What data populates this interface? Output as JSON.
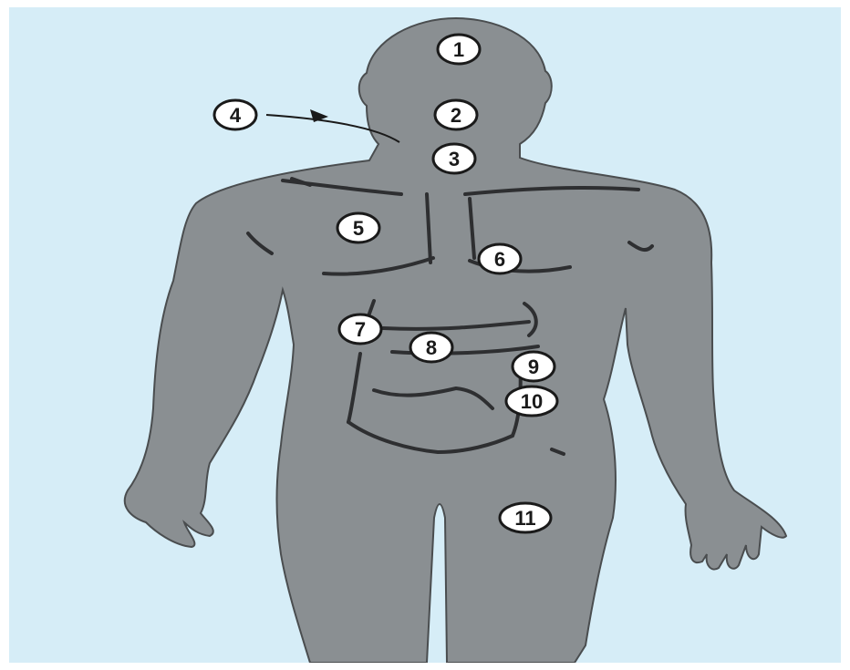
{
  "colors": {
    "background": "#d6edf7",
    "body": "#8a8f92",
    "outline": "#4a4d4f",
    "detail": "#2e2f31",
    "callout_fill": "#ffffff",
    "callout_stroke": "#1a1a1a"
  },
  "callouts": [
    {
      "id": "1",
      "label": "1"
    },
    {
      "id": "2",
      "label": "2"
    },
    {
      "id": "3",
      "label": "3"
    },
    {
      "id": "4",
      "label": "4"
    },
    {
      "id": "5",
      "label": "5"
    },
    {
      "id": "6",
      "label": "6"
    },
    {
      "id": "7",
      "label": "7"
    },
    {
      "id": "8",
      "label": "8"
    },
    {
      "id": "9",
      "label": "9"
    },
    {
      "id": "10",
      "label": "10"
    },
    {
      "id": "11",
      "label": "11"
    }
  ]
}
